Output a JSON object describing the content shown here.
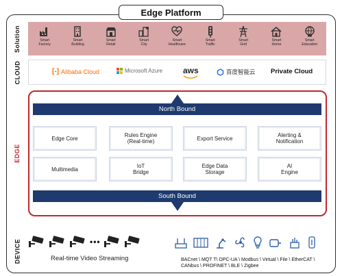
{
  "title": "Edge Platform",
  "sections": {
    "solution": "Solution",
    "cloud": "CLOUD",
    "edge": "EDGE",
    "device": "DEVICE"
  },
  "solution_items": [
    {
      "label": "Smart\nFactory",
      "icon": "factory-icon"
    },
    {
      "label": "Smart\nBuilding",
      "icon": "building-icon"
    },
    {
      "label": "Smart\nRetail",
      "icon": "retail-icon"
    },
    {
      "label": "Smart\nCity",
      "icon": "city-icon"
    },
    {
      "label": "Smart\nHealthcare",
      "icon": "healthcare-icon"
    },
    {
      "label": "Smart\nTraffic",
      "icon": "traffic-light-icon"
    },
    {
      "label": "Smart\nGrid",
      "icon": "power-tower-icon"
    },
    {
      "label": "Smart\nHome",
      "icon": "home-icon"
    },
    {
      "label": "Smart\nEducation",
      "icon": "education-icon"
    }
  ],
  "cloud_providers": {
    "alibaba": "Alibaba Cloud",
    "azure": "Microsoft Azure",
    "aws": "aws",
    "baidu": "百度智能云",
    "private": "Private Cloud"
  },
  "edge": {
    "north_bound": "North Bound",
    "south_bound": "South Bound",
    "modules": [
      "Edge Core",
      "Rules Engine\n(Real-time)",
      "Export Service",
      "Alerting &\nNotification",
      "Multimedia",
      "IoT\nBridge",
      "Edge Data\nStorage",
      "AI\nEngine"
    ]
  },
  "device": {
    "video_label": "Real-time Video Streaming",
    "dots": "•••",
    "protocols": "BACnet \\ MQT T\\ OPC-UA \\ Modbus \\ Virtual \\ File \\ EtherCAT \\ CANbus \\ PROFINET \\ BLE \\ Zigbee"
  },
  "colors": {
    "solution_bg": "#d9a7a7",
    "edge_border": "#c0282e",
    "bound_bar": "#1e3a6e"
  }
}
